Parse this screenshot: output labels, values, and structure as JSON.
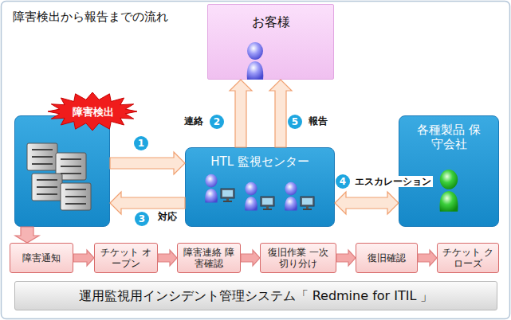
{
  "diagram": {
    "title": "障害検出から報告までの流れ",
    "nodes": [
      {
        "text": [
          "お客様"
        ]
      },
      {
        "text": [
          "障害検出"
        ]
      },
      {
        "text": [
          "HTL 監視センター"
        ]
      },
      {
        "text": [
          "各種製品 保守会社"
        ]
      },
      {
        "text": [
          "障害通知"
        ]
      },
      {
        "text": [
          "チケット オープン"
        ]
      },
      {
        "text": [
          "障害連絡 障害確認"
        ]
      },
      {
        "text": [
          "復旧作業 一次切り分け"
        ]
      },
      {
        "text": [
          "復旧確認"
        ]
      },
      {
        "text": [
          "チケット クローズ"
        ]
      },
      {
        "text": [
          "運用監視用インシデント管理システム「 Redmine for ITIL 」"
        ]
      }
    ],
    "edges": [
      {
        "from": 1,
        "to": 2,
        "arrow": "to"
      },
      {
        "from": 2,
        "to": 1,
        "label": "対応",
        "arrow": "to"
      },
      {
        "from": 2,
        "to": 0,
        "label": "連絡",
        "arrow": "to"
      },
      {
        "from": 2,
        "to": 0,
        "label": "報告",
        "arrow": "to"
      },
      {
        "from": 2,
        "to": 3,
        "label": "エスカレーション",
        "arrow": "both"
      },
      {
        "from": 1,
        "to": 4,
        "arrow": "to"
      },
      {
        "from": 4,
        "to": 5,
        "arrow": "to"
      },
      {
        "from": 5,
        "to": 6,
        "arrow": "to"
      },
      {
        "from": 6,
        "to": 7,
        "arrow": "to"
      },
      {
        "from": 7,
        "to": 8,
        "arrow": "to"
      },
      {
        "from": 8,
        "to": 9,
        "arrow": "to"
      }
    ],
    "labels": [
      "1",
      "2",
      "3",
      "4",
      "5"
    ]
  }
}
